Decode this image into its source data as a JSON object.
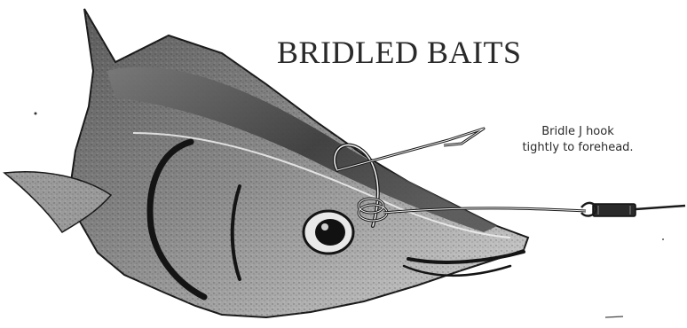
{
  "title": "BRIDLED BAITS",
  "callout": {
    "line1": "Bridle J hook",
    "line2": "tightly to forehead."
  },
  "illustration": {
    "subject": "fish-head",
    "colors": {
      "ink": "#1a1a1a",
      "shade_dark": "#3c3c3c",
      "shade_light": "#cfcfcf",
      "background": "#ffffff"
    }
  }
}
